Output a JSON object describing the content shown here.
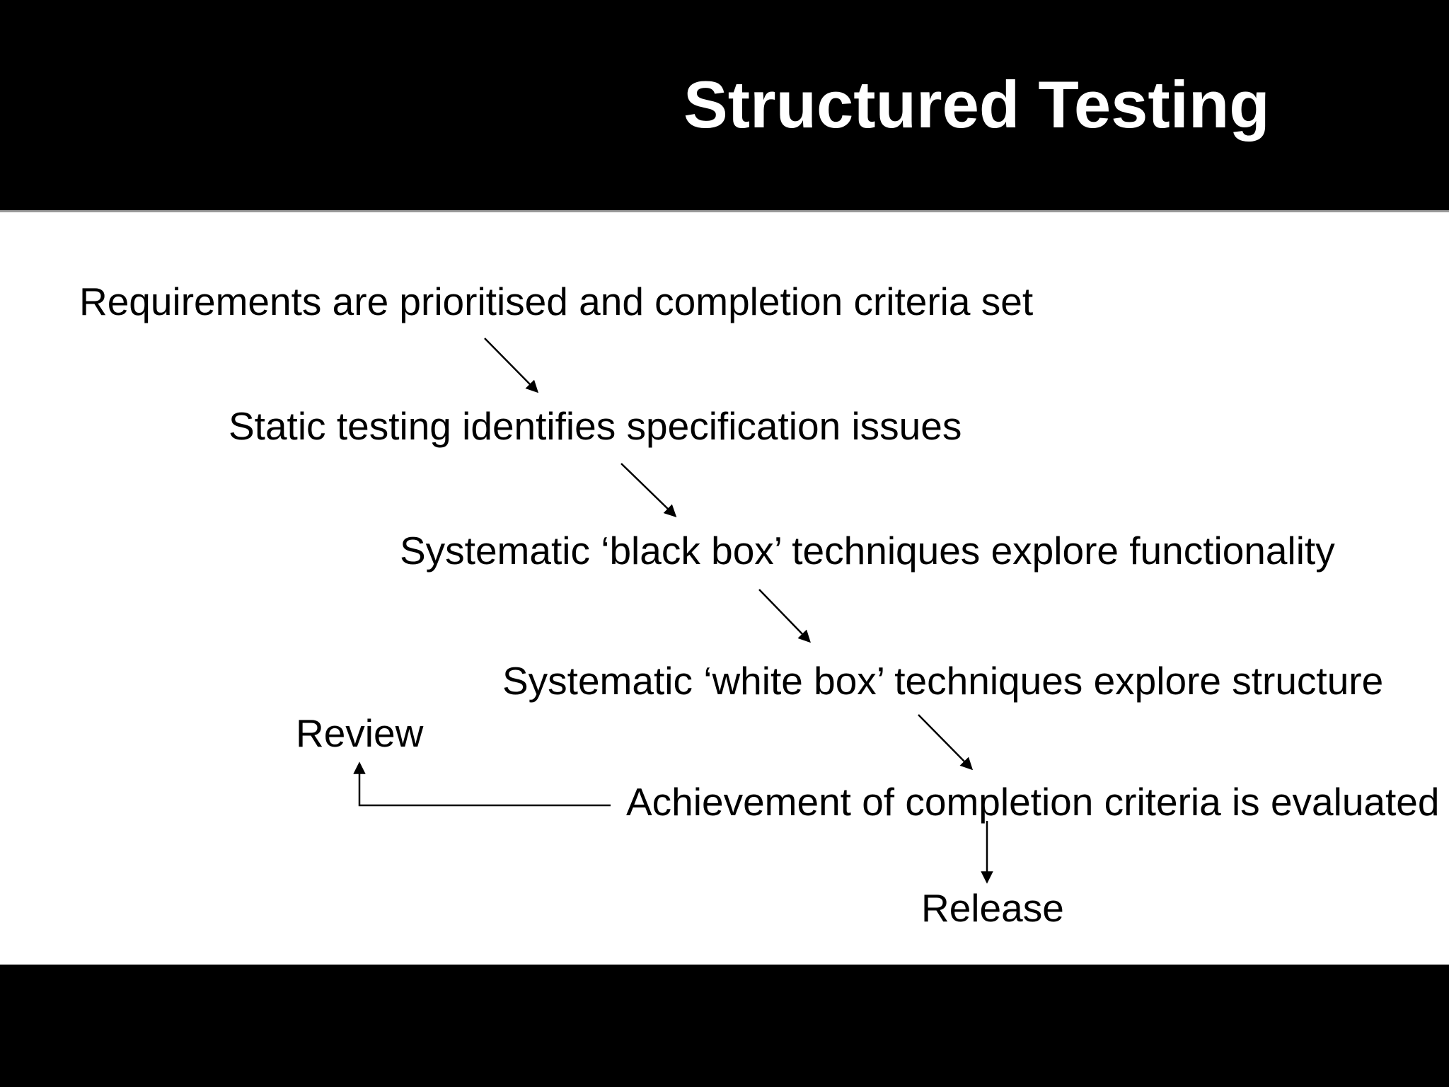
{
  "slide": {
    "title": "Structured Testing",
    "flow": {
      "steps": [
        {
          "label": "Requirements are prioritised and completion criteria set"
        },
        {
          "label": "Static testing identifies specification issues"
        },
        {
          "label": "Systematic ‘black box’ techniques explore functionality"
        },
        {
          "label": "Systematic ‘white box’ techniques explore structure"
        },
        {
          "label": "Achievement of completion criteria is evaluated"
        }
      ],
      "review_label": "Review",
      "release_label": "Release"
    },
    "colors": {
      "band": "#000000",
      "background": "#ffffff",
      "text": "#000000",
      "title_text": "#ffffff",
      "divider": "#9a9a9a",
      "arrow": "#000000"
    }
  }
}
